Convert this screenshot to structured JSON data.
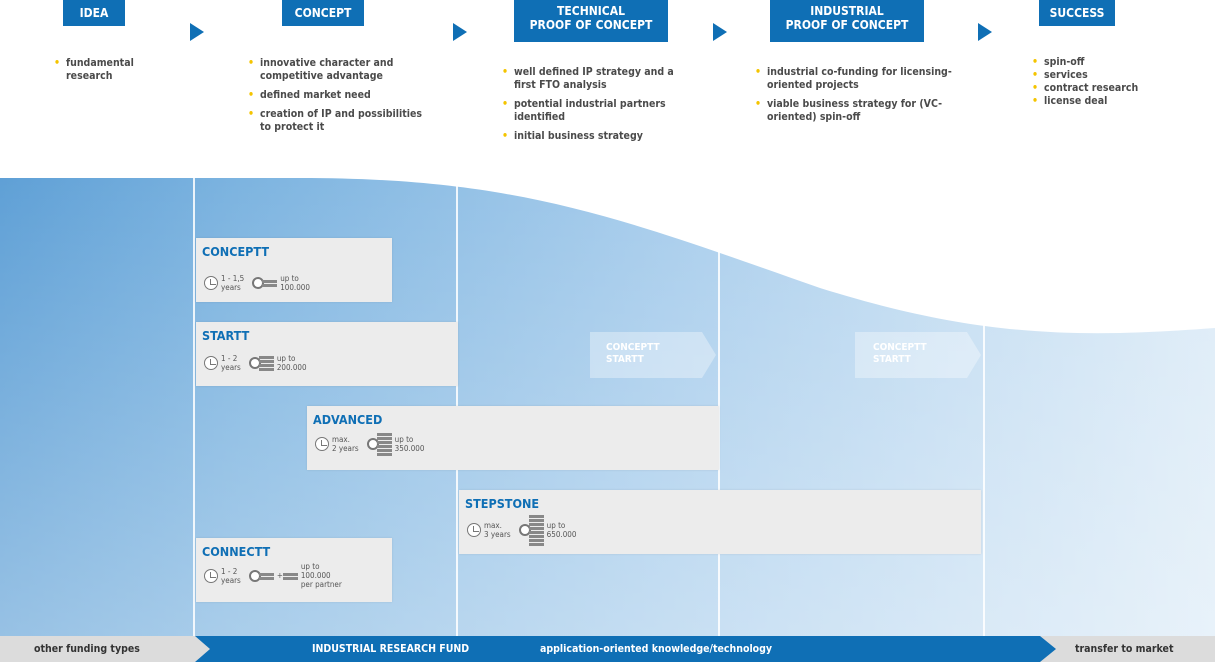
{
  "stages": [
    {
      "title": "IDEA",
      "bullets": [
        "fundamental research"
      ]
    },
    {
      "title": "CONCEPT",
      "bullets": [
        "innovative character and competitive advantage",
        "defined market need",
        "creation of IP and possibilities to protect it"
      ]
    },
    {
      "title_line1": "TECHNICAL",
      "title_line2": "PROOF OF CONCEPT",
      "bullets": [
        "well defined IP strategy and a first FTO analysis",
        "potential industrial partners identified",
        "initial business strategy"
      ]
    },
    {
      "title_line1": "INDUSTRIAL",
      "title_line2": "PROOF OF CONCEPT",
      "bullets": [
        "industrial co-funding for licensing-oriented projects",
        "viable business strategy for (VC-oriented) spin-off"
      ]
    },
    {
      "title": "SUCCESS",
      "bullets": [
        "spin-off",
        "services",
        "contract research",
        "license deal"
      ]
    }
  ],
  "programs": [
    {
      "name": "CONCEPTT",
      "duration_1": "1 - 1,5",
      "duration_2": "years",
      "amount_1": "up to",
      "amount_2": "100.000"
    },
    {
      "name": "STARTT",
      "duration_1": "1 - 2",
      "duration_2": "years",
      "amount_1": "up to",
      "amount_2": "200.000"
    },
    {
      "name": "ADVANCED",
      "duration_1": "max.",
      "duration_2": "2 years",
      "amount_1": "up to",
      "amount_2": "350.000"
    },
    {
      "name": "STEPSTONE",
      "duration_1": "max.",
      "duration_2": "3 years",
      "amount_1": "up to",
      "amount_2": "650.000"
    },
    {
      "name": "CONNECTT",
      "duration_1": "1 - 2",
      "duration_2": "years",
      "amount_1": "up to",
      "amount_2": "100.000",
      "amount_3": "per partner"
    }
  ],
  "continuation_tags": [
    {
      "line1": "CONCEPTT",
      "line2": "STARTT"
    },
    {
      "line1": "CONCEPTT",
      "line2": "STARTT"
    }
  ],
  "bottom_bar": {
    "left": "other funding types",
    "center1": "INDUSTRIAL RESEARCH FUND",
    "center2": "application-oriented knowledge/technology",
    "right": "transfer to market"
  },
  "colors": {
    "primary": "#0f6fb5",
    "bullet": "#f4c400",
    "flow_light": "#cfe4f4",
    "flow_dark": "#5fa0d6"
  }
}
